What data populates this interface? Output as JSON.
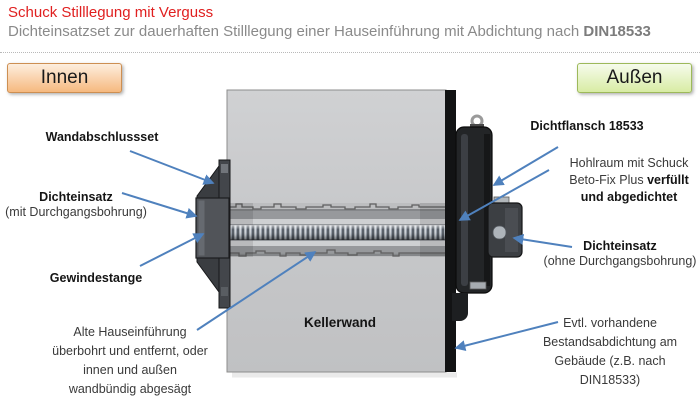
{
  "header": {
    "title": "Schuck Stilllegung mit Verguss",
    "subtitle": "Dichteinsatzset zur dauerhaften Stilllegung einer Hauseinführung mit Abdichtung nach ",
    "subtitle_bold": "DIN18533"
  },
  "zones": {
    "inside": "Innen",
    "outside": "Außen"
  },
  "diagram": {
    "wall_label": "Kellerwand",
    "labels": {
      "wandabschlussset": "Wandabschlussset",
      "dichteinsatz_innen_title": "Dichteinsatz",
      "dichteinsatz_innen_sub": "(mit Durchgangsbohrung)",
      "gewindestange": "Gewindestange",
      "alte_hauseinfuehrung_l1": "Alte Hauseinführung",
      "alte_hauseinfuehrung_l2": "überbohrt und entfernt, oder",
      "alte_hauseinfuehrung_l3": "innen und außen",
      "alte_hauseinfuehrung_l4": "wandbündig abgesägt",
      "dichtflansch": "Dichtflansch 18533",
      "hohlraum_l1": "Hohlraum mit Schuck",
      "hohlraum_l2a": "Beto-Fix Plus ",
      "hohlraum_l2b": "verfüllt",
      "hohlraum_l3": "und abgedichtet",
      "dichteinsatz_aussen_title": "Dichteinsatz",
      "dichteinsatz_aussen_sub": "(ohne Durchgangsbohrung)",
      "bestand_l1": "Evtl. vorhandene",
      "bestand_l2": "Bestandsabdichtung am",
      "bestand_l3": "Gebäude (z.B. nach",
      "bestand_l4": "DIN18533)"
    }
  },
  "colors": {
    "title_red": "#e02020",
    "subtitle_gray": "#8a8a8a",
    "arrow_blue": "#4f81bd",
    "innen_badge_top": "#fdeede",
    "innen_badge_bottom": "#f6b97f",
    "innen_badge_border": "#cd8f52",
    "aussen_badge_top": "#f6fbec",
    "aussen_badge_bottom": "#d8eca4",
    "aussen_badge_border": "#9db95a",
    "wall_gray": "#c7c8ca",
    "sealing_strip_black": "#121314"
  }
}
